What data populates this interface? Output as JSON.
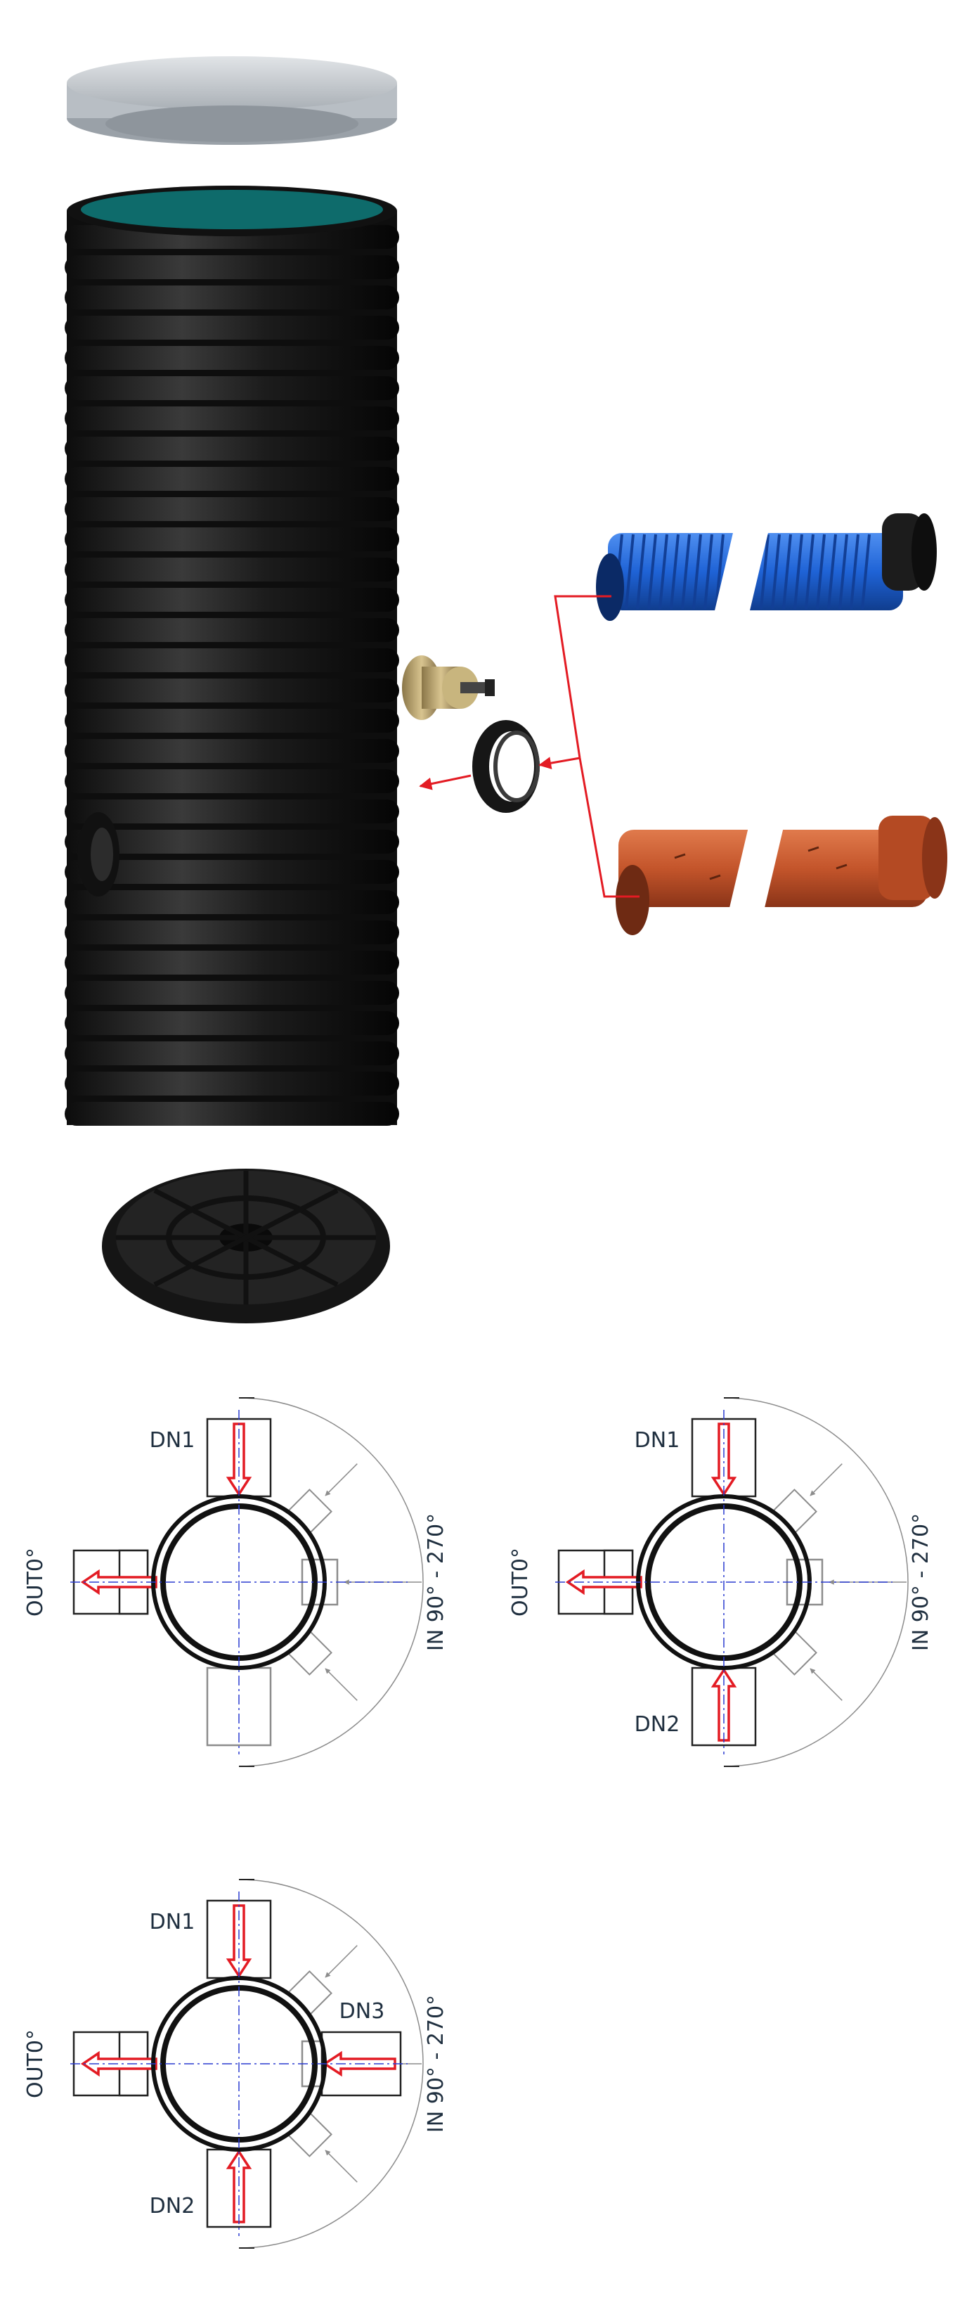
{
  "colors": {
    "pipe_black": "#1a1a1a",
    "shaft_interior": "#0e6b6b",
    "lid_gray": "#c9ced3",
    "blue_pipe": "#1f63d6",
    "orange_pipe": "#c4552b",
    "arrow_red": "#e31b23",
    "axis_blue": "#2a3bd1",
    "label_dark": "#1f2f3f",
    "guide_gray": "#8c8c8c"
  },
  "diagrams": [
    {
      "id": "d1",
      "labels": {
        "dn1": "DN1",
        "out": "OUT0°",
        "in_range": "IN 90° - 270°"
      }
    },
    {
      "id": "d2",
      "labels": {
        "dn1": "DN1",
        "dn2": "DN2",
        "out": "OUT0°",
        "in_range": "IN 90° - 270°"
      }
    },
    {
      "id": "d3",
      "labels": {
        "dn1": "DN1",
        "dn2": "DN2",
        "dn3": "DN3",
        "out": "OUT0°",
        "in_range": "IN 90° - 270°"
      }
    }
  ]
}
